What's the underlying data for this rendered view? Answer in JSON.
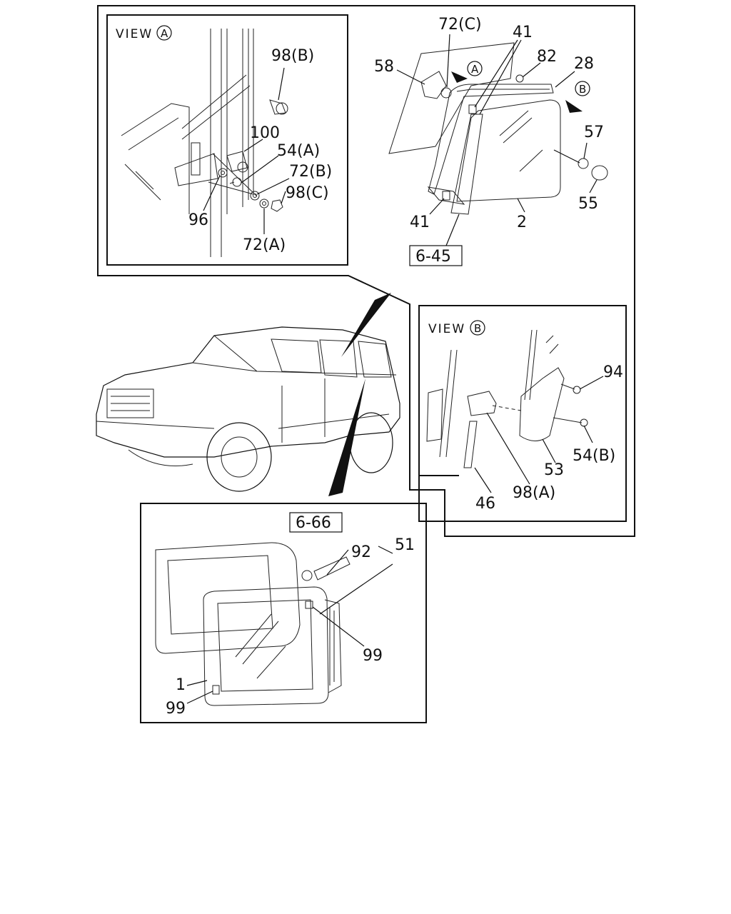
{
  "views": {
    "view_a": {
      "prefix": "VIEW",
      "letter": "A"
    },
    "view_b": {
      "prefix": "VIEW",
      "letter": "B"
    }
  },
  "arrow_markers": {
    "a": "A",
    "b": "B"
  },
  "refs": {
    "ref_645": "6-45",
    "ref_666": "6-66"
  },
  "callouts": {
    "c98b": "98(B)",
    "c100": "100",
    "c54a": "54(A)",
    "c72b": "72(B)",
    "c98c": "98(C)",
    "c96": "96",
    "c72a": "72(A)",
    "c72c": "72(C)",
    "c41_top": "41",
    "c58": "58",
    "c82": "82",
    "c28": "28",
    "c57": "57",
    "c55": "55",
    "c2": "2",
    "c41_bottom": "41",
    "c94": "94",
    "c54b": "54(B)",
    "c53": "53",
    "c46": "46",
    "c98a": "98(A)",
    "c92": "92",
    "c51": "51",
    "c99_right": "99",
    "c1": "1",
    "c99_left": "99"
  }
}
